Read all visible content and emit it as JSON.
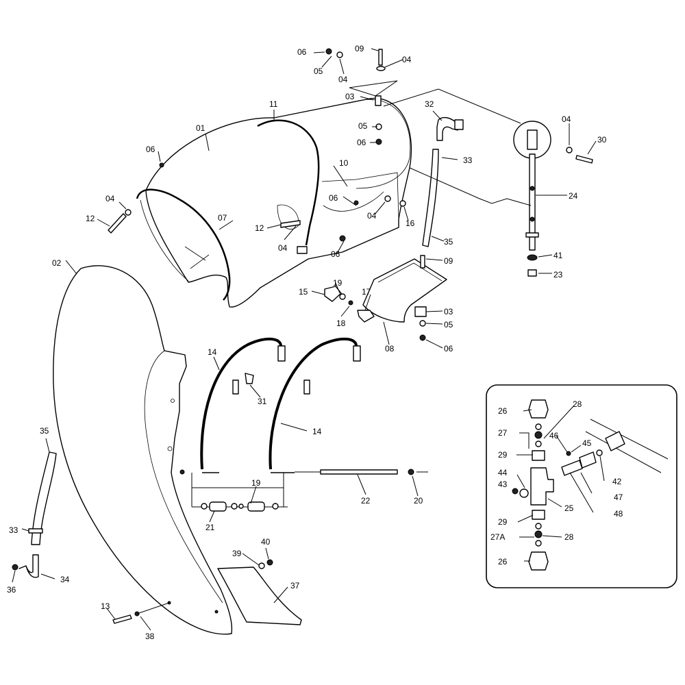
{
  "labels": [
    {
      "id": "06",
      "text": "06"
    },
    {
      "id": "05",
      "text": "05"
    },
    {
      "id": "04",
      "text": "04"
    },
    {
      "id": "09",
      "text": "09"
    },
    {
      "id": "03",
      "text": "03"
    },
    {
      "id": "11",
      "text": "11"
    },
    {
      "id": "01",
      "text": "01"
    },
    {
      "id": "10",
      "text": "10"
    },
    {
      "id": "12",
      "text": "12"
    },
    {
      "id": "07",
      "text": "07"
    },
    {
      "id": "16",
      "text": "16"
    },
    {
      "id": "32",
      "text": "32"
    },
    {
      "id": "33",
      "text": "33"
    },
    {
      "id": "35",
      "text": "35"
    },
    {
      "id": "30",
      "text": "30"
    },
    {
      "id": "24",
      "text": "24"
    },
    {
      "id": "41",
      "text": "41"
    },
    {
      "id": "23",
      "text": "23"
    },
    {
      "id": "02",
      "text": "02"
    },
    {
      "id": "15",
      "text": "15"
    },
    {
      "id": "19",
      "text": "19"
    },
    {
      "id": "17",
      "text": "17"
    },
    {
      "id": "18",
      "text": "18"
    },
    {
      "id": "08",
      "text": "08"
    },
    {
      "id": "14",
      "text": "14"
    },
    {
      "id": "31",
      "text": "31"
    },
    {
      "id": "22",
      "text": "22"
    },
    {
      "id": "20",
      "text": "20"
    },
    {
      "id": "21",
      "text": "21"
    },
    {
      "id": "34",
      "text": "34"
    },
    {
      "id": "36",
      "text": "36"
    },
    {
      "id": "39",
      "text": "39"
    },
    {
      "id": "40",
      "text": "40"
    },
    {
      "id": "37",
      "text": "37"
    },
    {
      "id": "13",
      "text": "13"
    },
    {
      "id": "38",
      "text": "38"
    },
    {
      "id": "26",
      "text": "26"
    },
    {
      "id": "27",
      "text": "27"
    },
    {
      "id": "28",
      "text": "28"
    },
    {
      "id": "46",
      "text": "46"
    },
    {
      "id": "45",
      "text": "45"
    },
    {
      "id": "29",
      "text": "29"
    },
    {
      "id": "44",
      "text": "44"
    },
    {
      "id": "43",
      "text": "43"
    },
    {
      "id": "42",
      "text": "42"
    },
    {
      "id": "47",
      "text": "47"
    },
    {
      "id": "25",
      "text": "25"
    },
    {
      "id": "48",
      "text": "48"
    },
    {
      "id": "27A",
      "text": "27A"
    }
  ]
}
